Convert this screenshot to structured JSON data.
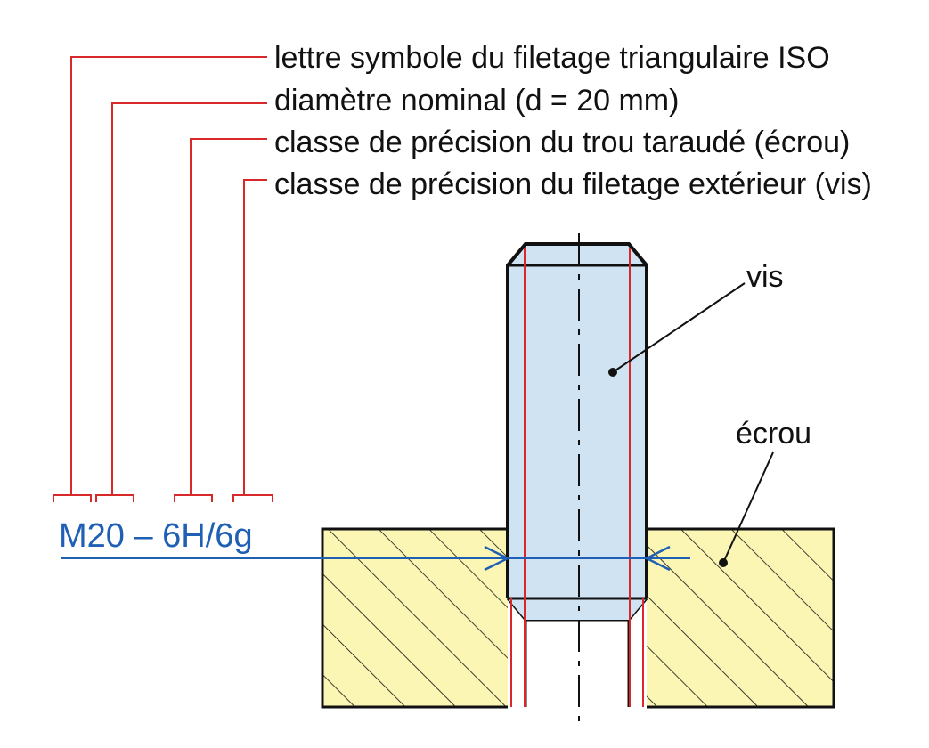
{
  "legend": {
    "items": [
      {
        "text": "lettre symbole du filetage triangulaire ISO"
      },
      {
        "text": "diamètre nominal (d = 20 mm)"
      },
      {
        "text": "classe de précision du trou taraudé (écrou)"
      },
      {
        "text": "classe de précision du filetage extérieur (vis)"
      }
    ]
  },
  "designation": {
    "text": "M20 – 6H/6g"
  },
  "parts": {
    "screw_label": "vis",
    "nut_label": "écrou"
  },
  "colors": {
    "leader_red": "#d8282a",
    "blue": "#1f5fb4",
    "screw_fill": "#cfe3f3",
    "nut_fill": "#fbf6b4",
    "outline": "#111111"
  }
}
